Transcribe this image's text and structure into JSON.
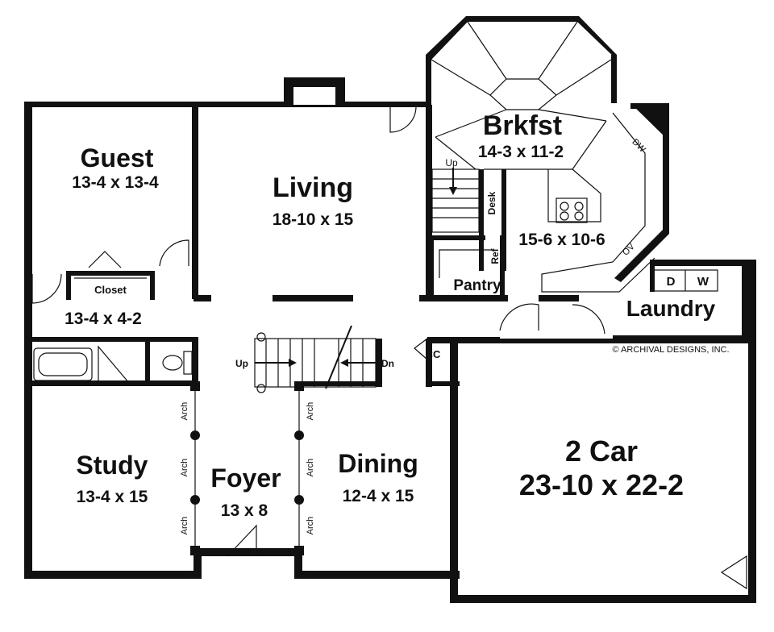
{
  "rooms": {
    "guest": {
      "name": "Guest",
      "dims": "13-4 x 13-4"
    },
    "living": {
      "name": "Living",
      "dims": "18-10 x 15"
    },
    "brkfst": {
      "name": "Brkfst",
      "dims": "14-3 x 11-2"
    },
    "kitchen": {
      "dims": "15-6 x 10-6"
    },
    "closet": {
      "name": "Closet",
      "dims": "13-4 x 4-2"
    },
    "study": {
      "name": "Study",
      "dims": "13-4 x 15"
    },
    "foyer": {
      "name": "Foyer",
      "dims": "13 x 8"
    },
    "dining": {
      "name": "Dining",
      "dims": "12-4 x 15"
    },
    "garage": {
      "name": "2 Car",
      "dims": "23-10 x 22-2"
    },
    "pantry": {
      "name": "Pantry"
    },
    "laundry": {
      "name": "Laundry"
    }
  },
  "fixtures": {
    "desk": "Desk",
    "ref": "Ref",
    "dw": "DW",
    "ov": "OV",
    "dryer": "D",
    "washer": "W",
    "cc": "CC",
    "stair_up_kitchen": "Up",
    "stair_up_foyer": "Up",
    "stair_dn_foyer": "Dn",
    "arch": "Arch"
  },
  "copyright": "© ARCHIVAL DESIGNS, INC.",
  "colors": {
    "ink": "#111111",
    "background": "#ffffff"
  }
}
